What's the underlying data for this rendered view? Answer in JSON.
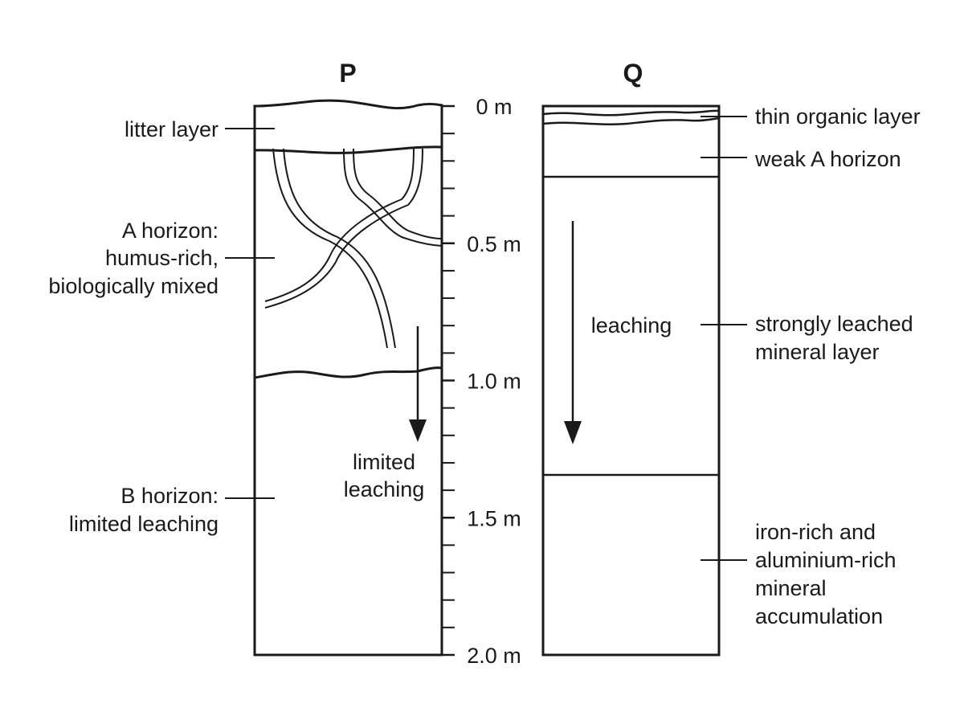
{
  "profiles": {
    "p": {
      "title": "P",
      "litter_label": "litter layer",
      "a_horizon_label": [
        "A horizon:",
        "humus-rich,",
        "biologically mixed"
      ],
      "b_horizon_label": [
        "B horizon:",
        "limited leaching"
      ],
      "arrow_label": [
        "limited",
        "leaching"
      ]
    },
    "q": {
      "title": "Q",
      "organic_label": "thin organic layer",
      "weak_a_label": "weak A horizon",
      "leached_label": [
        "strongly leached",
        "mineral layer"
      ],
      "accumulation_label": [
        "iron-rich and",
        "aluminium-rich",
        "mineral",
        "accumulation"
      ],
      "arrow_label": "leaching"
    }
  },
  "depth_scale": {
    "major_labels": [
      "0 m",
      "0.5 m",
      "1.0 m",
      "1.5 m",
      "2.0 m"
    ],
    "max_depth_m": 2.0,
    "minor_step_m": 0.1
  }
}
